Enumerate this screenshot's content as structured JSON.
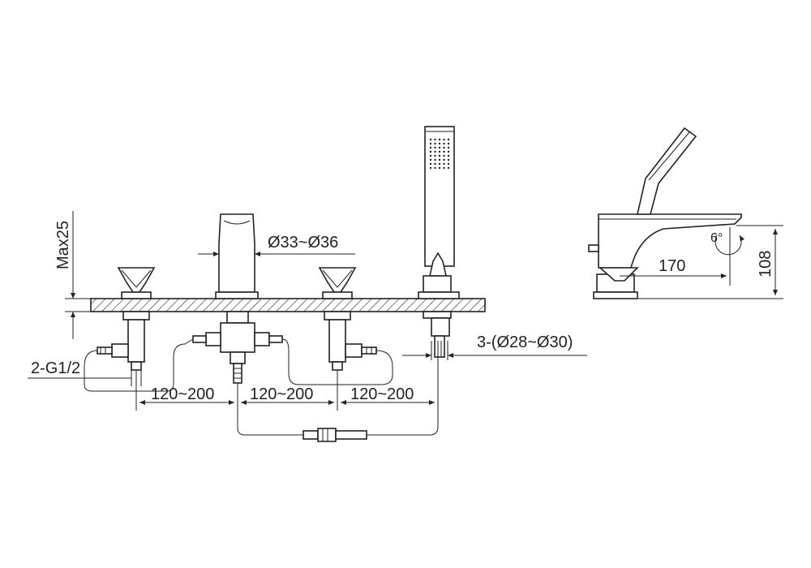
{
  "dimensions": {
    "max_deck_thickness": "Max25",
    "spout_hole_diameter": "Ø33~Ø36",
    "hole_diameter_count": "3-(Ø28~Ø30)",
    "inlet_thread": "2-G1/2",
    "spacing_1": "120~200",
    "spacing_2": "120~200",
    "spacing_3": "120~200",
    "spout_reach": "170",
    "spout_height": "108",
    "swivel_angle": "6°"
  },
  "colors": {
    "line": "#222222",
    "hatch": "#222222",
    "background": "#ffffff"
  }
}
